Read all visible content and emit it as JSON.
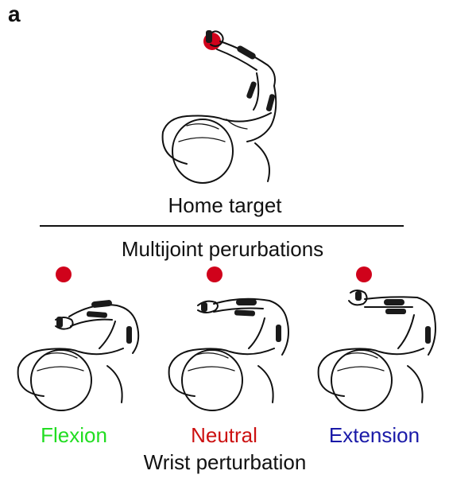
{
  "panel_letter": "a",
  "home": {
    "caption": "Home target"
  },
  "multijoint": {
    "title": "Multijoint  perurbations"
  },
  "conditions": [
    {
      "label": "Flexion",
      "color": "#22dd22"
    },
    {
      "label": "Neutral",
      "color": "#cc1111"
    },
    {
      "label": "Extension",
      "color": "#1a1aa8"
    }
  ],
  "wrist": {
    "caption": "Wrist perturbation"
  },
  "colors": {
    "target": "#d0021b",
    "ink": "#111111"
  },
  "icons": [
    "subject-topview-figure",
    "red-target-dot",
    "emg-sensor-bar"
  ]
}
